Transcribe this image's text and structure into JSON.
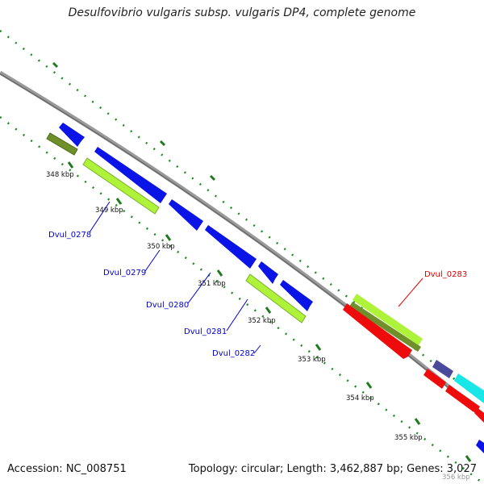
{
  "title": "Desulfovibrio vulgaris subsp. vulgaris DP4, complete genome",
  "footer": {
    "accession": "Accession: NC_008751",
    "topology": "Topology: circular; Length: 3,462,887 bp; Genes: 3,027"
  },
  "scale": {
    "ticks": [
      "348 kbp",
      "349 kbp",
      "350 kbp",
      "351 kbp",
      "352 kbp",
      "353 kbp",
      "354 kbp",
      "355 kbp",
      "356 kbp"
    ]
  },
  "gene_labels": [
    {
      "text": "Dvul_0278",
      "color": "#0000cc"
    },
    {
      "text": "Dvul_0279",
      "color": "#0000cc"
    },
    {
      "text": "Dvul_0280",
      "color": "#0000cc"
    },
    {
      "text": "Dvul_0281",
      "color": "#0000cc"
    },
    {
      "text": "Dvul_0282",
      "color": "#0000cc"
    },
    {
      "text": "Dvul_0283",
      "color": "#dd0000"
    }
  ],
  "colors": {
    "backbone": "#8a8a8a",
    "dots": "#1f8a1f",
    "blue": "#0a14e6",
    "lime": "#aef23a",
    "olive": "#6f8f2a",
    "red": "#ee0b0b",
    "cyan": "#19e6e6",
    "slate": "#4a4a9a"
  }
}
